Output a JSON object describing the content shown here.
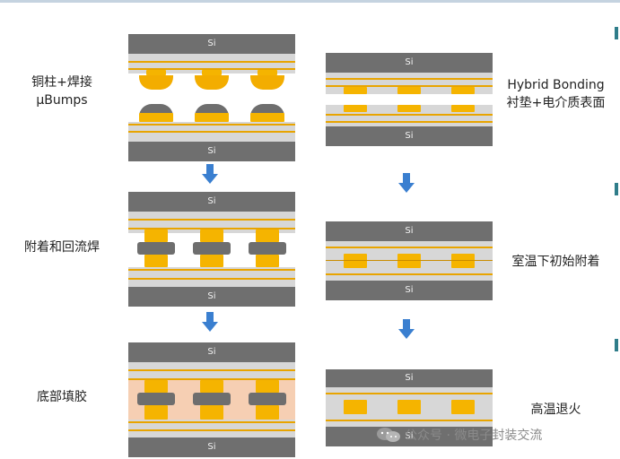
{
  "labels": {
    "cu_pillar": "铜柱+焊接",
    "ubumps": "µBumps",
    "attach_reflow": "附着和回流焊",
    "underfill": "底部填胶",
    "hybrid_bonding": "Hybrid Bonding",
    "pad_surface": "衬垫+电介质表面",
    "room_temp_attach": "室温下初始附着",
    "anneal": "高温退火"
  },
  "si_label": "Si",
  "watermark": "公众号 · 微电子封装交流",
  "icons": {
    "arrow": "down-arrow-icon",
    "wechat": "wechat-logo-icon"
  },
  "colors": {
    "silicon": "#6f6f6f",
    "dielectric": "#d7d7d7",
    "copper": "#f5b400",
    "solder": "#6e6e6e",
    "underfill": "#f6cfb3",
    "arrow": "#3a7fd0"
  }
}
